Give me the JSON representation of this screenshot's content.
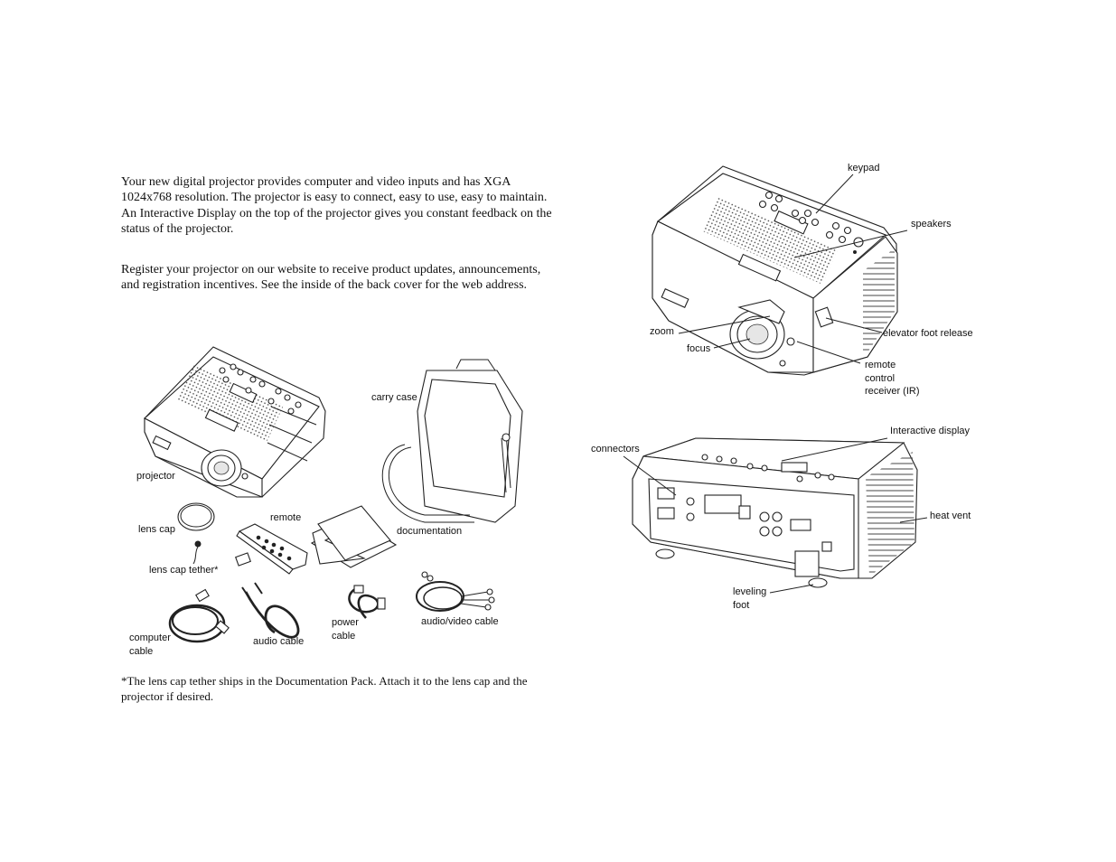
{
  "intro": {
    "paragraph1": "Your new digital projector provides computer and video inputs and has XGA 1024x768 resolution. The projector is easy to connect, easy to use, easy to maintain. An Interactive Display on the top of the projector gives you constant feedback on the status of the projector.",
    "paragraph2": "Register your projector on our website to receive product updates, announcements, and registration incentives. See the inside of the back cover for the web address."
  },
  "contents_figure": {
    "labels": {
      "projector": "projector",
      "carry_case": "carry case",
      "lens_cap": "lens cap",
      "remote": "remote",
      "lens_cap_tether": "lens cap tether*",
      "documentation": "documentation",
      "computer_cable_1": "computer",
      "computer_cable_2": "cable",
      "audio_cable": "audio cable",
      "power_cable_1": "power",
      "power_cable_2": "cable",
      "audio_video_cable": "audio/video cable"
    }
  },
  "footnote": "*The lens cap tether ships in the Documentation Pack. Attach it to the lens cap and the projector if desired.",
  "front_view": {
    "labels": {
      "keypad": "keypad",
      "speakers": "speakers",
      "zoom": "zoom",
      "focus": "focus",
      "elevator_foot_release": "elevator foot release",
      "remote_control_1": "remote",
      "remote_control_2": "control",
      "remote_control_3": "receiver (IR)"
    }
  },
  "rear_view": {
    "labels": {
      "interactive_display": "Interactive display",
      "connectors": "connectors",
      "heat_vent": "heat vent",
      "leveling_foot_1": "leveling",
      "leveling_foot_2": "foot"
    }
  }
}
